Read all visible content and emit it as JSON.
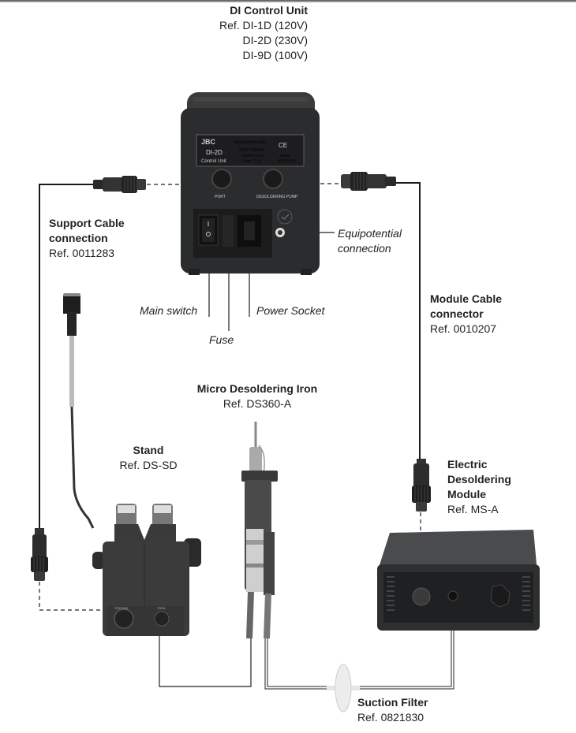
{
  "diagram": {
    "title": "DI Control Unit",
    "control_unit": {
      "title": "DI Control Unit",
      "refs": [
        "Ref. DI-1D (120V)",
        "DI-2D (230V)",
        "DI-9D (100V)"
      ],
      "panel": {
        "brand": "JBC",
        "website": "www.jbctools.com",
        "model": "DI-2D",
        "model_sub": "Control Unit",
        "specs": [
          "230V 50/60Hz",
          "I Rated 0.8 A",
          "Fuse: T1 A"
        ],
        "serial_label": "Serial",
        "serial": "165879 55",
        "port_label": "PORT",
        "pump_label": "DESOLDERING PUMP",
        "ce_mark": "CE"
      }
    },
    "callouts": {
      "equipotential": [
        "Equipotential",
        "connection"
      ],
      "main_switch": "Main switch",
      "fuse": "Fuse",
      "power_socket": "Power Socket"
    },
    "support_cable": {
      "title_lines": [
        "Support Cable",
        "connection"
      ],
      "ref": "Ref. 0011283"
    },
    "module_cable": {
      "title_lines": [
        "Module Cable",
        "connector"
      ],
      "ref": "Ref. 0010207"
    },
    "iron": {
      "title": "Micro Desoldering Iron",
      "ref": "Ref. DS360-A"
    },
    "stand": {
      "title": "Stand",
      "ref": "Ref. DS-SD",
      "port_labels": [
        "STATION",
        "TOOL"
      ]
    },
    "module": {
      "title_lines": [
        "Electric",
        "Desoldering",
        "Module"
      ],
      "ref": "Ref. MS-A"
    },
    "filter": {
      "title": "Suction Filter",
      "ref": "Ref.  0821830"
    }
  }
}
